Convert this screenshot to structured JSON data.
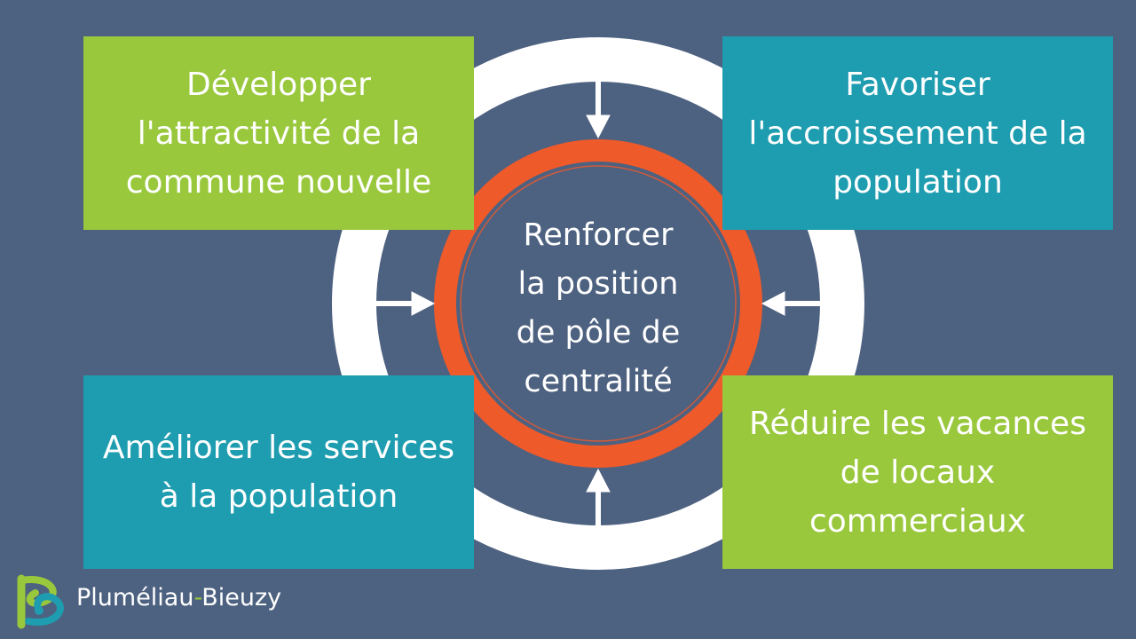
{
  "diagram": {
    "center": {
      "lines": [
        "Renforcer",
        "la position",
        "de pôle de",
        "centralité"
      ]
    },
    "boxes": [
      {
        "id": "tl",
        "lines": [
          "Développer",
          "l'attractivité de la",
          "commune nouvelle"
        ]
      },
      {
        "id": "tr",
        "lines": [
          "Favoriser",
          "l'accroissement de la",
          "population"
        ]
      },
      {
        "id": "bl",
        "lines": [
          "Améliorer les services",
          "à la population"
        ]
      },
      {
        "id": "br",
        "lines": [
          "Réduire les vacances",
          "de locaux",
          "commerciaux"
        ]
      }
    ]
  },
  "logo": {
    "name_part1": "Pluméliau",
    "separator": "-",
    "name_part2": "Bieuzy"
  },
  "colors": {
    "background": "#4d6180",
    "green": "#99c83d",
    "teal": "#1f9db0",
    "orange": "#ef5a2a",
    "white": "#ffffff"
  }
}
